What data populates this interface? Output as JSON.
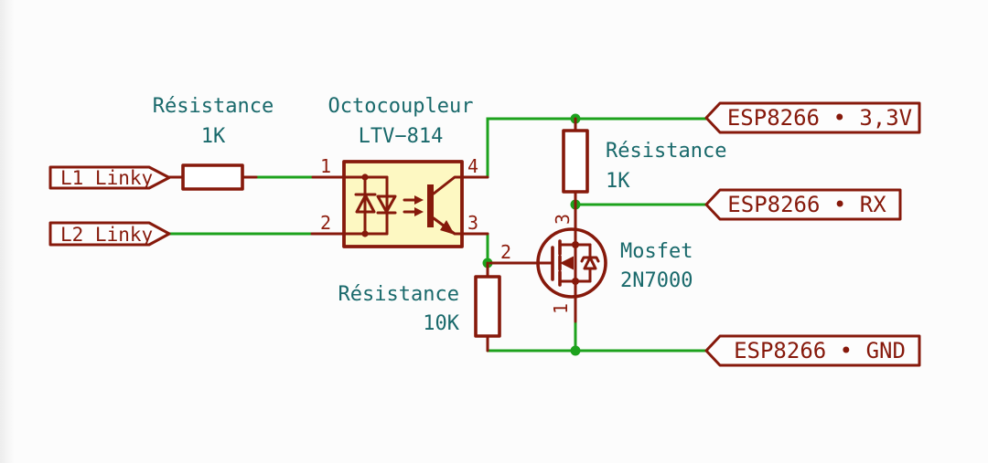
{
  "diagram": {
    "type": "circuit-schematic",
    "background": "#fcfcfc"
  },
  "colors": {
    "wire_green": "#1da21d",
    "symbol_red": "#86190b",
    "label_teal": "#19696b",
    "optocoupler_fill": "#fdf8c2"
  },
  "components": {
    "r1": {
      "label_line1": "Résistance",
      "label_line2": "1K"
    },
    "opto": {
      "label_line1": "Octocoupleur",
      "label_line2": "LTV−814",
      "pins": {
        "p1": "1",
        "p2": "2",
        "p3": "3",
        "p4": "4"
      }
    },
    "r2": {
      "label_line1": "Résistance",
      "label_line2": "1K"
    },
    "r3": {
      "label_line1": "Résistance",
      "label_line2": "10K"
    },
    "mosfet": {
      "label_line1": "Mosfet",
      "label_line2": "2N7000",
      "pins": {
        "gate": "2",
        "drain": "3",
        "source": "1"
      }
    }
  },
  "flags": {
    "l1": "L1 Linky",
    "l2": "L2 Linky",
    "vcc": "ESP8266 • 3,3V",
    "rx": "ESP8266 • RX",
    "gnd": "ESP8266 • GND"
  }
}
